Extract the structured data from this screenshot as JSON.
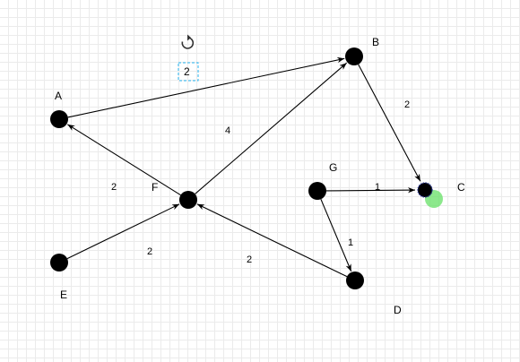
{
  "nodes": [
    {
      "id": "A",
      "label": "A"
    },
    {
      "id": "B",
      "label": "B"
    },
    {
      "id": "C",
      "label": "C"
    },
    {
      "id": "D",
      "label": "D"
    },
    {
      "id": "E",
      "label": "E"
    },
    {
      "id": "F",
      "label": "F"
    },
    {
      "id": "G",
      "label": "G"
    }
  ],
  "edges": [
    {
      "from": "A",
      "to": "B",
      "weight": null
    },
    {
      "from": "F",
      "to": "A",
      "weight": "2"
    },
    {
      "from": "F",
      "to": "B",
      "weight": "4"
    },
    {
      "from": "B",
      "to": "C",
      "weight": "2"
    },
    {
      "from": "G",
      "to": "C",
      "weight": "1"
    },
    {
      "from": "G",
      "to": "D",
      "weight": "1"
    },
    {
      "from": "E",
      "to": "F",
      "weight": "2"
    },
    {
      "from": "D",
      "to": "F",
      "weight": "2"
    }
  ],
  "selection": {
    "label": "2",
    "rotate_icon": "rotate-icon"
  },
  "colors": {
    "node": "#000000",
    "edge": "#000000",
    "grid": "#ebebeb",
    "selection": "#29b6f2",
    "hover": "#66e066"
  }
}
